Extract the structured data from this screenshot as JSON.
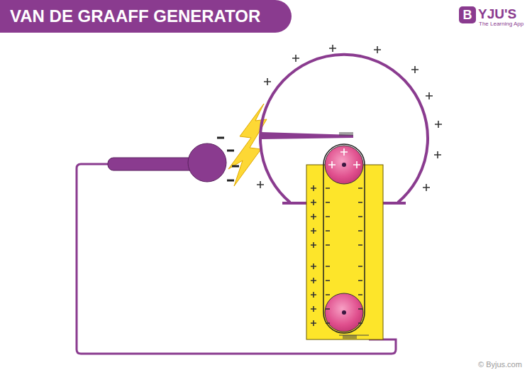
{
  "diagram": {
    "title": "VAN DE GRAAFF GENERATOR",
    "labels": [
      "B",
      "YJU'S",
      "The Learning App",
      "© Byjus.com"
    ]
  }
}
